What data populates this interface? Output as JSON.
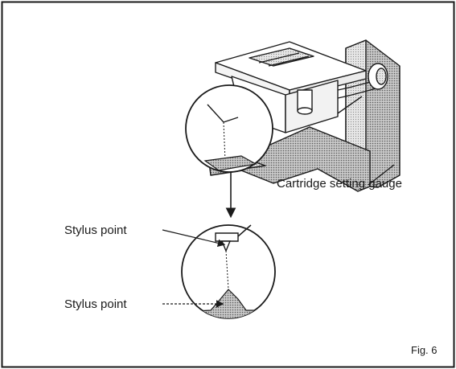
{
  "labels": {
    "gauge": "Cartridge setting gauge",
    "stylus_upper": "Stylus point",
    "stylus_lower": "Stylus point",
    "figure": "Fig. 6"
  }
}
